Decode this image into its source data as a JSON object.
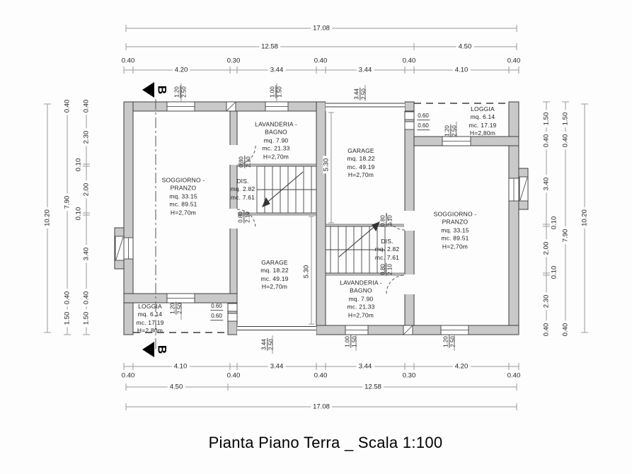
{
  "title": "Pianta Piano Terra _ Scala 1:100",
  "section": {
    "label": "B"
  },
  "dims": {
    "top": {
      "total": "17.08",
      "row2": [
        "12.58",
        "4.50"
      ],
      "main": [
        "4.20",
        "3.44",
        "3.44",
        "4.10"
      ],
      "small": [
        "0.40",
        "0.30",
        "0.40",
        "0.40",
        "0.40"
      ]
    },
    "bottom": {
      "total": "17.08",
      "row2": [
        "4.50",
        "12.58"
      ],
      "main": [
        "4.10",
        "3.44",
        "3.44",
        "4.20"
      ],
      "small": [
        "0.40",
        "0.40",
        "0.40",
        "0.30",
        "0.40"
      ]
    },
    "left": {
      "total": "10.20",
      "mid": [
        "0.40",
        "7.90",
        "0.40",
        "1.50"
      ],
      "inner": [
        "0.40",
        "2.30",
        "0.10",
        "2.00",
        "0.10",
        "3.40",
        "0.40",
        "1.50"
      ]
    },
    "right": {
      "total": "10.20",
      "mid": [
        "1.50",
        "0.40",
        "7.90",
        "0.40"
      ],
      "inner": [
        "1.50",
        "0.40",
        "3.40",
        "0.10",
        "2.00",
        "0.10",
        "2.30",
        "0.40"
      ]
    }
  },
  "rooms": {
    "soggiorno_left": [
      "SOGGIORNO -",
      "PRANZO",
      "mq. 33.15",
      "mc. 89.51",
      "H=2,70m"
    ],
    "lavanderia_left": [
      "LAVANDERIA -",
      "BAGNO",
      "mq. 7.90",
      "mc. 21.33",
      "H=2,70m"
    ],
    "dis_left": [
      "DIS.",
      "mq. 2.82",
      "mc. 7.61"
    ],
    "garage_left": [
      "GARAGE",
      "mq. 18.22",
      "mc. 49.19",
      "H=2,70m"
    ],
    "loggia_left": [
      "LOGGIA",
      "mq. 6.14",
      "mc. 17.19",
      "H=2,80m"
    ],
    "garage_right": [
      "GARAGE",
      "mq. 18.22",
      "mc. 49.19",
      "H=2,70m"
    ],
    "loggia_right": [
      "LOGGIA",
      "mq. 6.14",
      "mc. 17.19",
      "H=2,80m"
    ],
    "dis_right": [
      "DIS.",
      "mq. 2.82",
      "mc. 7.61"
    ],
    "lavanderia_right": [
      "LAVANDERIA -",
      "BAGNO",
      "mq. 7.90",
      "mc. 21.33",
      "H=2,70m"
    ],
    "soggiorno_right": [
      "SOGGIORNO -",
      "PRANZO",
      "mq. 33.15",
      "mc. 89.51",
      "H=2,70m"
    ]
  },
  "openings": {
    "sogg_left_top_win": {
      "w": "1.20",
      "h": "2.50"
    },
    "lav_left_top_win": {
      "w": "1.00",
      "h": "1.50"
    },
    "garage_right_door": {
      "w": "3.44",
      "h": "2.50"
    },
    "loggia_right_win": {
      "w": "1.20",
      "h": "2.50"
    },
    "door_left_upper": {
      "w": "0.80",
      "h": "2.10"
    },
    "door_left_lower": {
      "w": "0.80",
      "h": "2.10"
    },
    "door_right_upper": {
      "w": "0.80",
      "h": "2.10"
    },
    "door_right_lower": {
      "w": "0.80",
      "h": "2.10"
    },
    "loggia_left_win": {
      "w": "1.20",
      "h": "2.50"
    },
    "garage_left_door": {
      "w": "3.44",
      "h": "2.50"
    },
    "lav_right_bottom_win": {
      "w": "1.00",
      "h": "1.50"
    },
    "sogg_right_bottom_win": {
      "w": "1.20",
      "h": "2.50"
    },
    "small_wins_left": [
      "0.60",
      "0.60"
    ],
    "small_wins_right": [
      "0.60",
      "0.60"
    ],
    "garage_left_depth": "5.30",
    "garage_right_depth": "5.30"
  },
  "colors": {
    "wall_fill": "#c9c9c9",
    "wall_line": "#3d3d3d",
    "dim_line": "#999999"
  }
}
